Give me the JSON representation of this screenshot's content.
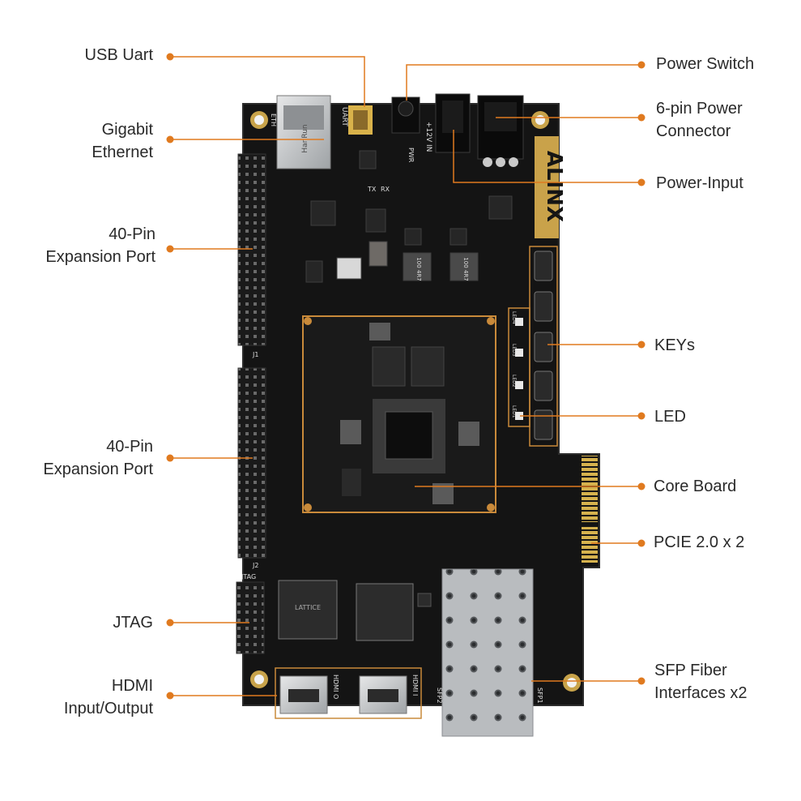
{
  "labels": {
    "usb_uart": [
      "USB Uart"
    ],
    "gigabit_ethernet": [
      "Gigabit",
      "Ethernet"
    ],
    "expansion_port_1": [
      "40-Pin",
      "Expansion Port"
    ],
    "expansion_port_2": [
      "40-Pin",
      "Expansion Port"
    ],
    "jtag": [
      "JTAG"
    ],
    "hdmi": [
      "HDMI",
      "Input/Output"
    ],
    "power_switch": [
      "Power Switch"
    ],
    "power_connector": [
      "6-pin Power",
      "Connector"
    ],
    "power_input": [
      "Power-Input"
    ],
    "keys": [
      "KEYs"
    ],
    "led": [
      "LED"
    ],
    "core_board": [
      "Core Board"
    ],
    "pcie": [
      "PCIE 2.0 x 2"
    ],
    "sfp": [
      "SFP Fiber",
      "Interfaces x2"
    ]
  },
  "board": {
    "brand": "ALINX",
    "silk": {
      "uart": "UART",
      "pwr": "PWR",
      "v12": "+12V IN",
      "eth": "ETH",
      "tx": "TX",
      "rx": "RX",
      "j1": "J1",
      "j2": "J2",
      "jtag": "JTAG",
      "hdmi_o": "HDMI O",
      "hdmi_i": "HDMI I",
      "sfp1": "SFP1",
      "sfp2": "SFP2",
      "led1": "LED1",
      "led2": "LED2",
      "led3": "LED3",
      "led4": "LED4",
      "rj45_brand": "HanRun",
      "inductor": "100 4R7",
      "hdmi_chip": "LATTICE"
    }
  },
  "colors": {
    "accent": "#e07a1f",
    "board": "#151515",
    "gold": "#c9a24a",
    "text": "#2a2a2a"
  }
}
